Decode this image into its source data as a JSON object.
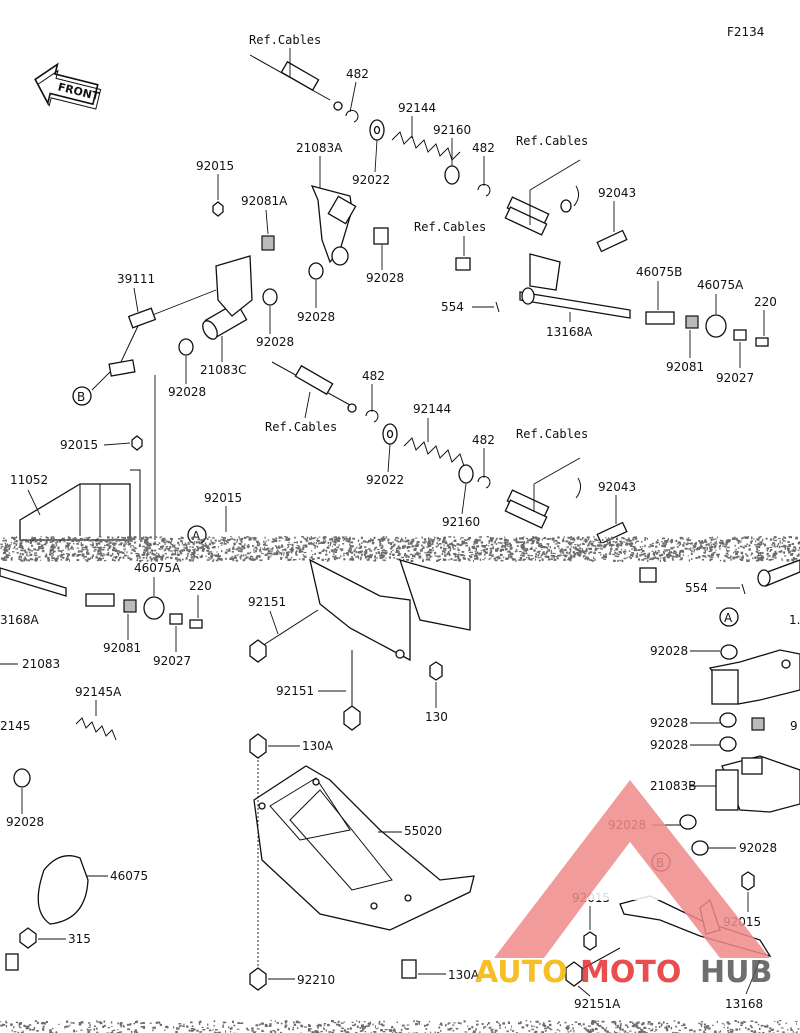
{
  "figure_code": "F2134",
  "front_label": "FRONT",
  "watermark": {
    "text_a": "AUTO",
    "text_b": "MOTO",
    "text_c": "HUB",
    "color_a": "#f5b400",
    "color_b": "#e53030",
    "color_c": "#555555"
  },
  "callouts": {
    "ref_cables_1": "Ref.Cables",
    "p482_1": "482",
    "p92144_1": "92144",
    "p92160_1": "92160",
    "p482_2": "482",
    "ref_cables_2": "Ref.Cables",
    "p21083a": "21083A",
    "p92022_1": "92022",
    "p92015_1": "92015",
    "p92081a": "92081A",
    "ref_cables_3": "Ref.Cables",
    "p92043_1": "92043",
    "p92028_1": "92028",
    "p39111": "39111",
    "p92028_2": "92028",
    "p92028_3": "92028",
    "p46075b": "46075B",
    "p46075a_1": "46075A",
    "p220_1": "220",
    "p554_1": "554",
    "p13168a_1": "13168A",
    "p21083c": "21083C",
    "p92028_4": "92028",
    "p92081_1": "92081",
    "p92027_1": "92027",
    "p_b_1": "B",
    "ref_cables_4": "Ref.Cables",
    "p482_3": "482",
    "p92144_2": "92144",
    "p482_4": "482",
    "ref_cables_5": "Ref.Cables",
    "p92015_2": "92015",
    "p92022_2": "92022",
    "p11052": "11052",
    "p92015_3": "92015",
    "p92160_2": "92160",
    "p92043_2": "92043",
    "p_a_1": "A",
    "p46075a_2": "46075A",
    "p220_2": "220",
    "p13168a_2": "3168A",
    "p92151_1": "92151",
    "p554_2": "554",
    "p_a_2": "A",
    "p1x": "1.",
    "p92081_2": "92081",
    "p92027_2": "92027",
    "p21083": "21083",
    "p92028_5": "92028",
    "p92151_2": "92151",
    "p130_1": "130",
    "p92145a": "92145A",
    "p2145": "2145",
    "p130a_1": "130A",
    "p92028_6": "92028",
    "p9x": "9",
    "p92028_7": "92028",
    "p92028_8": "92028",
    "p21083b": "21083B",
    "p55020": "55020",
    "p92028_9": "92028",
    "p92028_10": "92028",
    "p46075": "46075",
    "p_b_2": "B",
    "p92015_4": "92015",
    "p92015_5": "92015",
    "p315": "315",
    "p92210": "92210",
    "p130a_2": "130A",
    "p92151a": "92151A",
    "p13168": "13168"
  }
}
